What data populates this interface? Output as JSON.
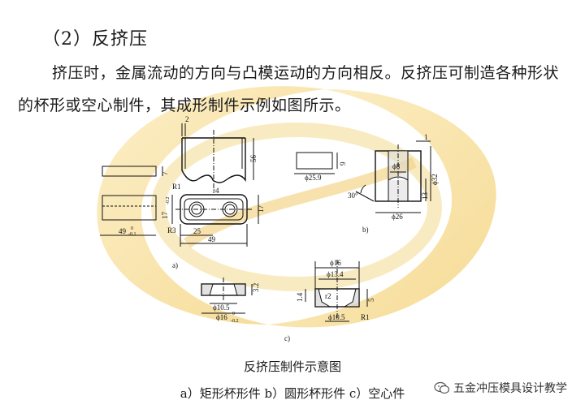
{
  "slide": {
    "heading": "（2）反挤压",
    "paragraph": "挤压时，金属流动的方向与凸模运动的方向相反。反挤压可制造各种形状的杯形或空心制件，其成形制件示例如图所示。",
    "figure_caption": "反挤压制件示意图",
    "sub_captions": "a）矩形杯形件 b）圆形杯形件 c）空心件",
    "watermark": "五金冲压模具设计教学",
    "accent_color": "#f5d98a"
  },
  "drawing": {
    "part_labels": {
      "a": "a)",
      "b": "b)",
      "c": "c)"
    },
    "dims_a": {
      "wall": "2",
      "height": "56",
      "inner": "7",
      "r_corner": "R1",
      "r_bottom": "r4",
      "width_tol": "17",
      "tol_small": "-0.2",
      "height_right": "17",
      "length": "49",
      "length_tol_sup": "0",
      "length_tol_sub": "-0.1",
      "r3": "R3",
      "len25": "25",
      "len49": "49"
    },
    "dims_b": {
      "h9": "9",
      "dia259": "ϕ25.9",
      "one": "1",
      "dia8": "ϕ8",
      "dia32": "ϕ32",
      "h13": "13",
      "dia26": "ϕ26",
      "angle": "30°"
    },
    "dims_c": {
      "h32": "3.2",
      "dia105a": "ϕ10.5",
      "dia16a": "ϕ16",
      "tol_a": "0",
      "tol_b": "-0.2",
      "dia16b": "ϕ16",
      "dia134": "ϕ13.4",
      "h14": "1.4",
      "r2": "r2",
      "h5": "5",
      "dia105b": "ϕ10.5",
      "r1": "R1"
    }
  }
}
